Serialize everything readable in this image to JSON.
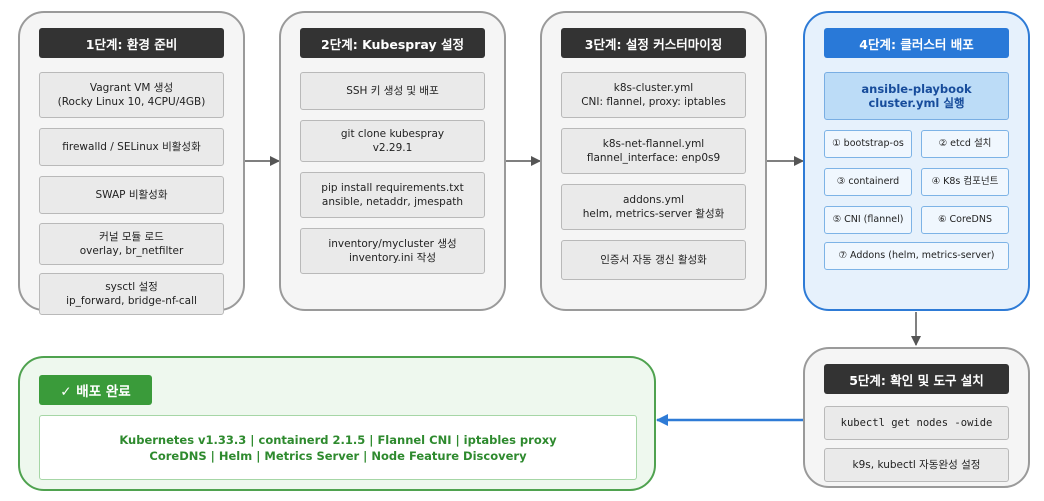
{
  "stage1": {
    "title": "1단계: 환경 준비",
    "items": [
      {
        "l1": "Vagrant VM 생성",
        "l2": "(Rocky Linux 10, 4CPU/4GB)"
      },
      {
        "l1": "firewalld / SELinux 비활성화",
        "l2": ""
      },
      {
        "l1": "SWAP 비활성화",
        "l2": ""
      },
      {
        "l1": "커널 모듈 로드",
        "l2": "overlay, br_netfilter"
      },
      {
        "l1": "sysctl 설정",
        "l2": "ip_forward, bridge-nf-call"
      }
    ]
  },
  "stage2": {
    "title": "2단계: Kubespray 설정",
    "items": [
      {
        "l1": "SSH 키 생성 및 배포",
        "l2": ""
      },
      {
        "l1": "git clone kubespray",
        "l2": "v2.29.1"
      },
      {
        "l1": "pip install requirements.txt",
        "l2": "ansible, netaddr, jmespath"
      },
      {
        "l1": "inventory/mycluster 생성",
        "l2": "inventory.ini 작성"
      }
    ]
  },
  "stage3": {
    "title": "3단계: 설정 커스터마이징",
    "items": [
      {
        "l1": "k8s-cluster.yml",
        "l2": "CNI: flannel, proxy: iptables"
      },
      {
        "l1": "k8s-net-flannel.yml",
        "l2": "flannel_interface: enp0s9"
      },
      {
        "l1": "addons.yml",
        "l2": "helm, metrics-server 활성화"
      },
      {
        "l1": "인증서 자동 갱신 활성화",
        "l2": ""
      }
    ]
  },
  "stage4": {
    "title": "4단계: 클러스터 배포",
    "main_l1": "ansible-playbook",
    "main_l2": "cluster.yml 실행",
    "steps": [
      "① bootstrap-os",
      "② etcd 설치",
      "③ containerd",
      "④ K8s 컴포넌트",
      "⑤ CNI (flannel)",
      "⑥ CoreDNS",
      "⑦ Addons (helm, metrics-server)"
    ]
  },
  "stage5": {
    "title": "5단계: 확인 및 도구 설치",
    "cmd": "kubectl get nodes -owide",
    "tools": "k9s, kubectl 자동완성 설정"
  },
  "done": {
    "title": "✓ 배포 완료",
    "l1": "Kubernetes v1.33.3 | containerd 2.1.5 | Flannel CNI | iptables proxy",
    "l2": "CoreDNS | Helm | Metrics Server | Node Feature Discovery"
  },
  "colors": {
    "neutral_border": "#9a9a9a",
    "active_border": "#2e7bd6",
    "done_border": "#4fa24f",
    "title_dark": "#333333",
    "title_blue": "#2979d8",
    "title_green": "#3a9b3a"
  }
}
